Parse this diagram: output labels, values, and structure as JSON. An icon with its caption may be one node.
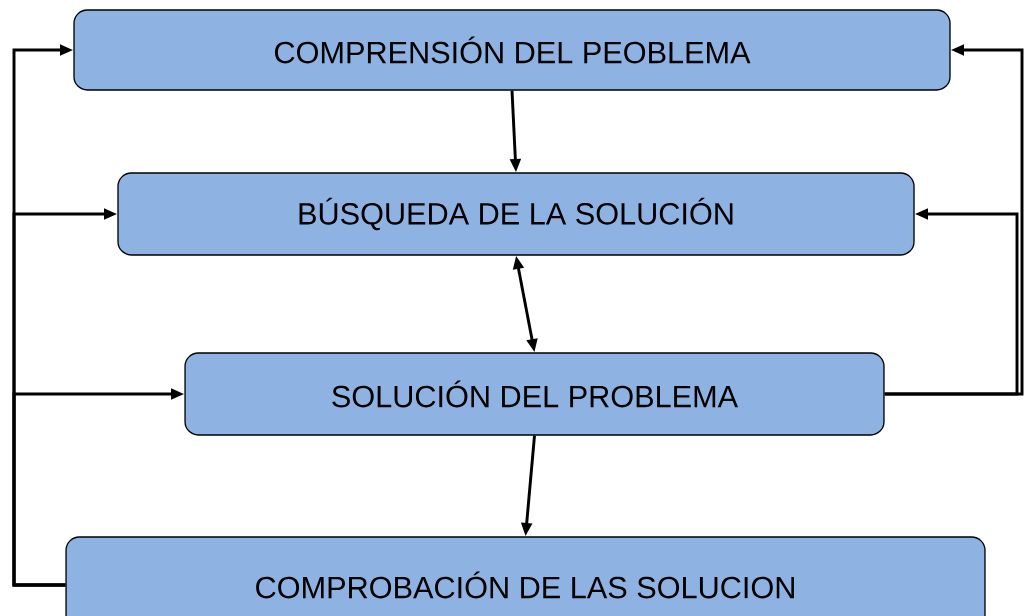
{
  "diagram": {
    "nodes": [
      {
        "text": [
          "COMPRENSIÓN DEL PEOBLEMA"
        ]
      },
      {
        "text": [
          "BÚSQUEDA DE LA SOLUCIÓN"
        ]
      },
      {
        "text": [
          "SOLUCIÓN DEL PROBLEMA"
        ]
      },
      {
        "text": [
          "COMPROBACIÓN DE LAS SOLUCION"
        ]
      }
    ],
    "edges": [
      {
        "from": 0,
        "to": 1,
        "arrow": "to"
      },
      {
        "from": 1,
        "to": 2,
        "arrow": "both"
      },
      {
        "from": 2,
        "to": 3,
        "arrow": "to"
      },
      {
        "from": 3,
        "to": 0,
        "arrow": "to"
      },
      {
        "from": 3,
        "to": 1,
        "arrow": "to"
      },
      {
        "from": 3,
        "to": 2,
        "arrow": "to"
      },
      {
        "from": 2,
        "to": 0,
        "arrow": "to"
      },
      {
        "from": 2,
        "to": 1,
        "arrow": "to"
      }
    ]
  }
}
